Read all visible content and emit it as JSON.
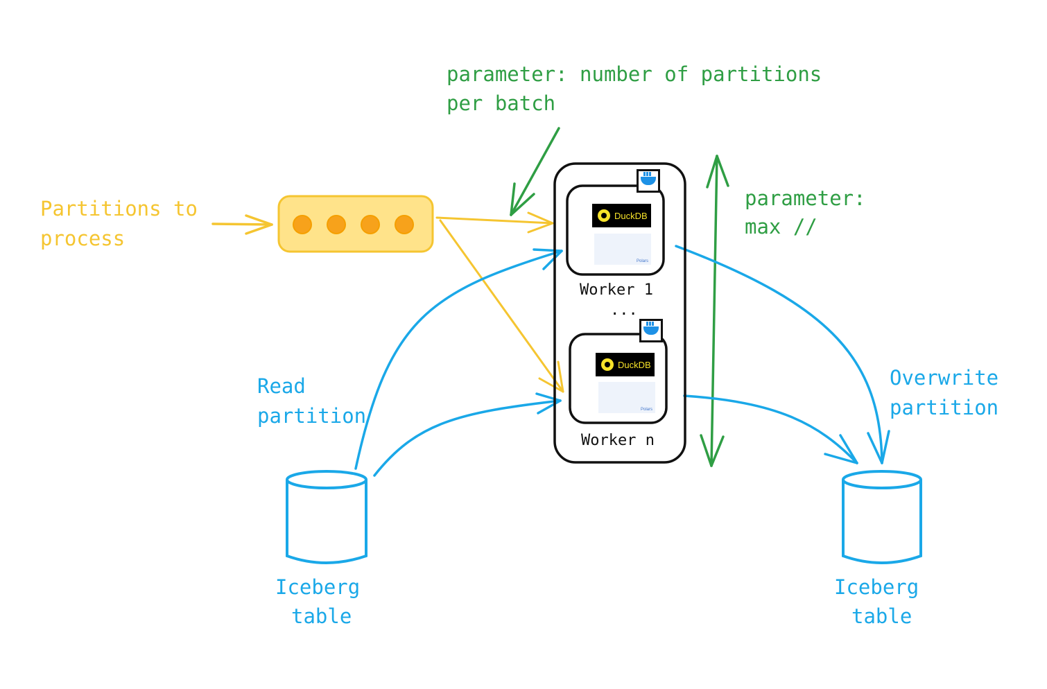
{
  "labels": {
    "batch_param_line1": "parameter: number of partitions",
    "batch_param_line2": "per batch",
    "partitions_line1": "Partitions to",
    "partitions_line2": "process",
    "max_param_line1": "parameter:",
    "max_param_line2": "max //",
    "read_line1": "Read",
    "read_line2": "partition",
    "overwrite_line1": "Overwrite",
    "overwrite_line2": "partition",
    "worker1": "Worker 1",
    "ellipsis": "...",
    "workern": "Worker n",
    "iceberg_left_line1": "Iceberg",
    "iceberg_left_line2": "table",
    "iceberg_right_line1": "Iceberg",
    "iceberg_right_line2": "table"
  },
  "engines": {
    "duckdb": "DuckDB",
    "polars": "Polars"
  },
  "icons": {
    "container": "docker-whale-icon",
    "queue_item": "orange-dot",
    "storage": "cylinder"
  },
  "colors": {
    "green": "#2f9e44",
    "yellow": "#f5c531",
    "queue_fill": "#ffe38a",
    "dot_fill": "#f7a21b",
    "blue": "#1aa8e8",
    "black": "#111111"
  },
  "queue": {
    "item_count": 4
  }
}
